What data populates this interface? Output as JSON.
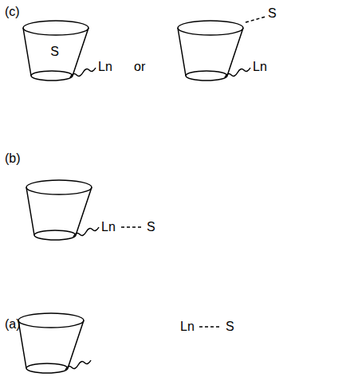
{
  "diagram": {
    "nodes": [
      {
        "text": [
          "S"
        ]
      }
    ],
    "labels": [
      "(c)",
      "Ln",
      "or",
      "S",
      "Ln",
      "(b)",
      "Ln",
      "S",
      "(a)",
      "Ln",
      "S"
    ]
  }
}
